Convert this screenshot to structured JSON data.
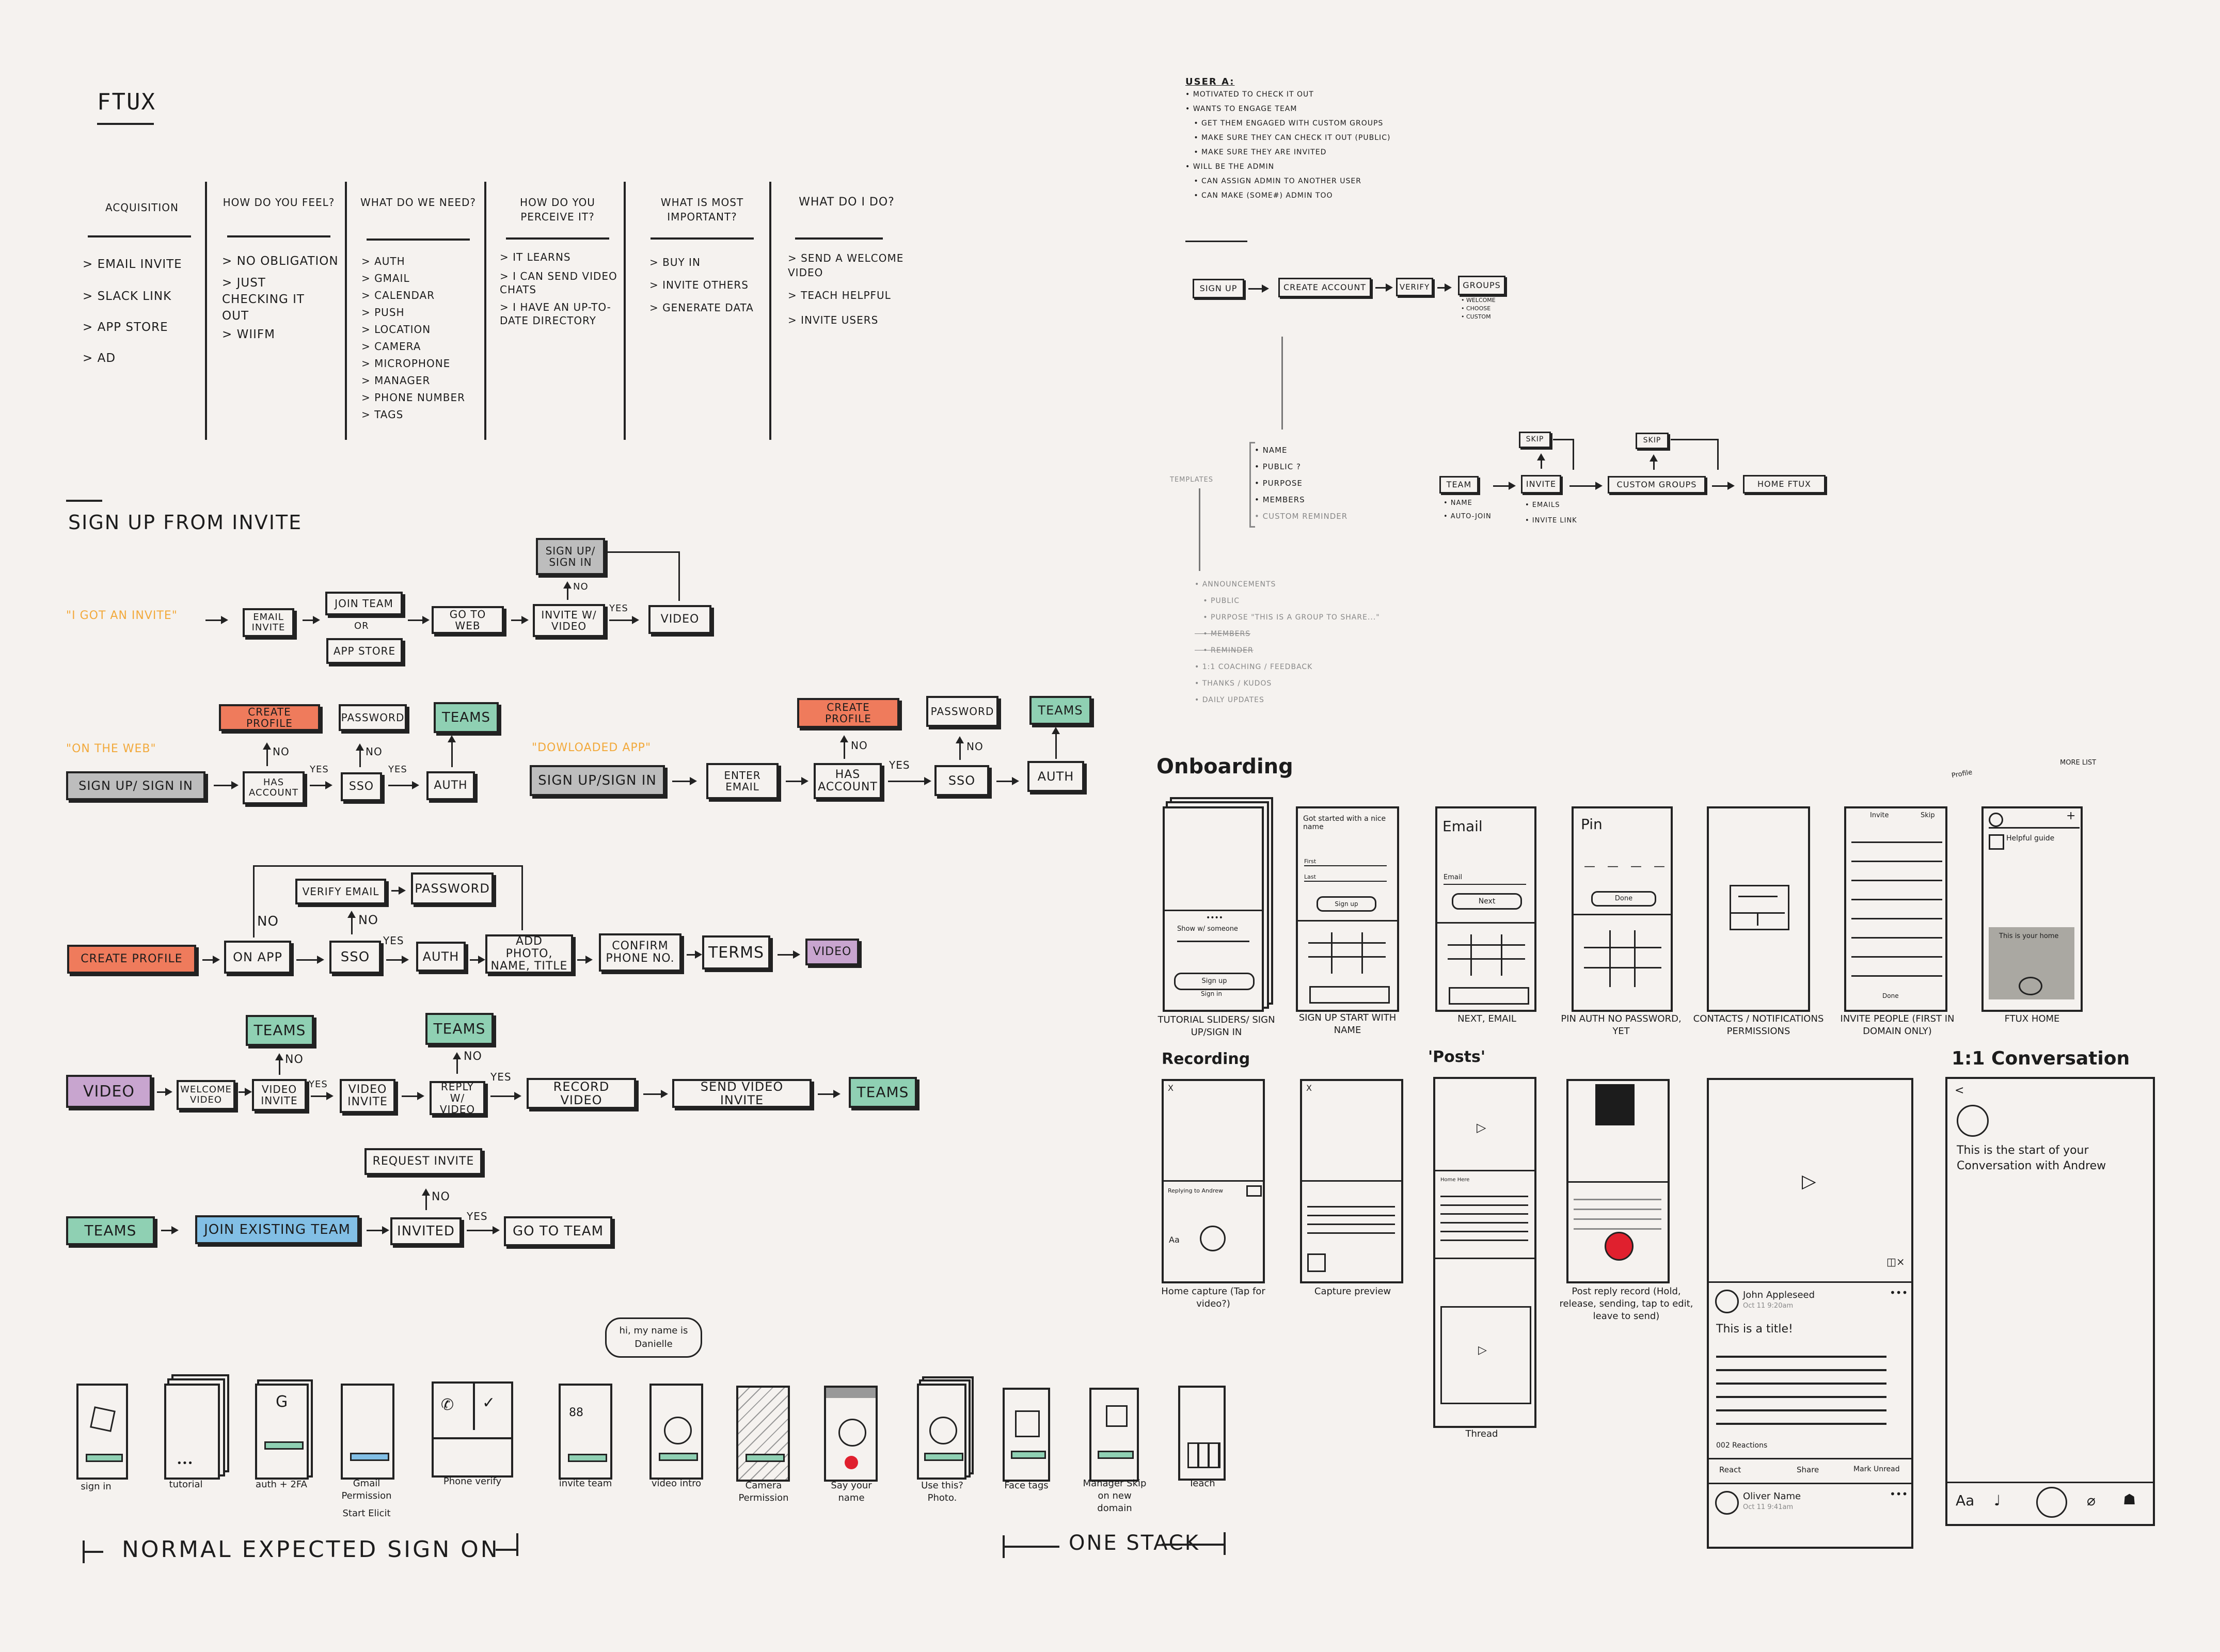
{
  "ftux_title": "FTUX",
  "columns": [
    {
      "head": "ACQUISITION",
      "items": [
        "> EMAIL INVITE",
        "> SLACK LINK",
        "> APP STORE",
        "> AD"
      ]
    },
    {
      "head": "HOW DO YOU FEEL?",
      "items": [
        "> NO OBLIGATION",
        "> JUST CHECKING IT OUT",
        "> WIIFM"
      ]
    },
    {
      "head": "WHAT DO WE NEED?",
      "items": [
        "> AUTH",
        "> GMAIL",
        "> CALENDAR",
        "> PUSH",
        "> LOCATION",
        "> CAMERA",
        "> MICROPHONE",
        "> MANAGER",
        "> PHONE NUMBER",
        "> TAGS"
      ]
    },
    {
      "head": "HOW DO YOU PERCEIVE IT?",
      "items": [
        "> IT LEARNS",
        "> I CAN SEND VIDEO CHATS",
        "> I HAVE AN UP-TO-DATE DIRECTORY"
      ]
    },
    {
      "head": "WHAT IS MOST IMPORTANT?",
      "items": [
        "> BUY IN",
        "> INVITE OTHERS",
        "> GENERATE DATA"
      ]
    },
    {
      "head": "WHAT DO I DO?",
      "items": [
        "> SEND A WELCOME VIDEO",
        "> TEACH HELPFUL",
        "> INVITE USERS"
      ]
    }
  ],
  "signup_title": "SIGN UP FROM INVITE",
  "flow1": {
    "quote": "\"I GOT AN INVITE\"",
    "email_invite": "EMAIL INVITE",
    "join_team": "JOIN TEAM",
    "or": "OR",
    "app_store": "APP STORE",
    "go_to_web": "GO TO WEB",
    "invite_video": "INVITE W/ VIDEO",
    "video": "VIDEO",
    "signup_signin": "SIGN UP/ SIGN IN",
    "no": "NO",
    "yes": "YES"
  },
  "flow2": {
    "quote": "\"ON THE WEB\"",
    "signup": "SIGN UP/ SIGN IN",
    "has_account": "HAS ACCOUNT",
    "sso": "SSO",
    "auth": "AUTH",
    "create_profile": "CREATE PROFILE",
    "password": "PASSWORD",
    "teams": "TEAMS",
    "no": "NO",
    "yes": "YES"
  },
  "flow3": {
    "quote": "\"DOWLOADED APP\"",
    "signup": "SIGN UP/SIGN IN",
    "enter_email": "ENTER EMAIL",
    "has_account": "HAS ACCOUNT",
    "sso": "SSO",
    "auth": "AUTH",
    "create_profile": "CREATE PROFILE",
    "password": "PASSWORD",
    "teams": "TEAMS",
    "no": "NO",
    "yes": "YES"
  },
  "flow4": {
    "create_profile": "CREATE PROFILE",
    "on_app": "ON APP",
    "sso": "SSO",
    "auth": "AUTH",
    "add_photo": "ADD PHOTO, NAME, TITLE",
    "confirm_phone": "CONFIRM PHONE NO.",
    "terms": "TERMS",
    "video": "VIDEO",
    "verify_email": "VERIFY EMAIL",
    "password": "PASSWORD",
    "no": "NO",
    "yes": "YES"
  },
  "flow5": {
    "video": "VIDEO",
    "welcome_video": "WELCOME VIDEO",
    "video_invite": "VIDEO INVITE",
    "video_invite2": "VIDEO INVITE",
    "reply_video": "REPLY W/ VIDEO",
    "record_video": "RECORD VIDEO",
    "send_video_invite": "SEND VIDEO INVITE",
    "teams": "TEAMS",
    "teams_a": "TEAMS",
    "teams_b": "TEAMS",
    "no": "NO",
    "yes": "YES"
  },
  "flow6": {
    "teams": "TEAMS",
    "join_existing": "JOIN EXISTING TEAM",
    "invited": "INVITED",
    "go_to_team": "GO TO TEAM",
    "request_invite": "REQUEST INVITE",
    "no": "NO",
    "yes": "YES"
  },
  "user_a": {
    "title": "USER A:",
    "lines": [
      "• MOTIVATED TO CHECK IT OUT",
      "• WANTS TO ENGAGE TEAM",
      "   • GET THEM ENGAGED WITH CUSTOM GROUPS",
      "   • MAKE SURE THEY CAN CHECK IT OUT (PUBLIC)",
      "   • MAKE SURE THEY ARE INVITED",
      "• WILL BE THE ADMIN",
      "   • CAN ASSIGN ADMIN TO ANOTHER USER",
      "   • CAN MAKE (SOME#) ADMIN TOO"
    ]
  },
  "right_flow": {
    "sign_up": "SIGN UP",
    "create_account": "CREATE ACCOUNT",
    "verify": "VERIFY",
    "groups": "GROUPS",
    "groups_sub": [
      "• WELCOME",
      "• CHOOSE",
      "• CUSTOM"
    ],
    "group_props": [
      "• NAME",
      "• PUBLIC ?",
      "• PURPOSE",
      "• MEMBERS",
      "• CUSTOM REMINDER"
    ],
    "templates": "TEMPLATES",
    "team": "TEAM",
    "team_sub": [
      "• NAME",
      "• AUTO-JOIN"
    ],
    "invite": "INVITE",
    "invite_sub": [
      "• EMAILS",
      "• INVITE LINK"
    ],
    "skip": "SKIP",
    "skip2": "SKIP",
    "custom_groups": "CUSTOM GROUPS",
    "home_ftux": "HOME FTUX",
    "template_list": [
      "• ANNOUNCEMENTS",
      "   • PUBLIC",
      "   • PURPOSE \"THIS IS A GROUP TO SHARE...\"",
      "   • MEMBERS",
      "   • REMINDER",
      "• 1:1 COACHING / FEEDBACK",
      "• THANKS / KUDOS",
      "• DAILY UPDATES"
    ]
  },
  "onboarding": {
    "title": "Onboarding",
    "captions": [
      "TUTORIAL SLIDERS/ SIGN UP/SIGN IN",
      "SIGN UP START WITH NAME",
      "NEXT, EMAIL",
      "PIN AUTH NO PASSWORD, YET",
      "CONTACTS / NOTIFICATIONS PERMISSIONS",
      "INVITE PEOPLE (FIRST IN DOMAIN ONLY)",
      "FTUX HOME"
    ],
    "screen_texts": {
      "show": "Show w/ someone",
      "signup": "Sign up",
      "signin": "Sign in",
      "got_started": "Got started with a nice name",
      "first": "First",
      "last": "Last",
      "email": "Email",
      "email2": "Email",
      "next": "Next",
      "pin": "Pin",
      "done": "Done",
      "invite": "Invite",
      "skip": "Skip",
      "done2": "Done",
      "helpful": "Helpful guide",
      "this_is": "This is your home",
      "profile": "Profile",
      "more_list": "MORE LIST"
    }
  },
  "recording": {
    "title": "Recording",
    "captions": [
      "Home capture (Tap for video?)",
      "Capture preview",
      "Post reply record (Hold, release, sending, tap to edit, leave to send)"
    ],
    "texts": {
      "replying": "Replying to Andrew",
      "aa": "Aa",
      "x": "X",
      "x2": "X"
    }
  },
  "posts": {
    "title": "'Posts'",
    "caption": "Thread",
    "texts": {
      "home_here": "Home Here",
      "john": "John Appleseed",
      "date": "Oct 11 9:20am",
      "title": "This is a title!",
      "reactions": "002 Reactions",
      "react": "React",
      "share": "Share",
      "mark": "Mark Unread",
      "oliver": "Oliver Name",
      "date2": "Oct 11 9:41am"
    }
  },
  "conversation": {
    "title": "1:1 Conversation",
    "text": "This is the start of your Conversation with Andrew",
    "aa": "Aa"
  },
  "bottom": {
    "captions": [
      "sign in",
      "tutorial",
      "auth + 2FA",
      "Gmail Permission",
      "Phone verify",
      "invite team",
      "video intro",
      "Camera Permission",
      "Say your name",
      "Use this? Photo.",
      "Face tags",
      "Manager Skip on new domain",
      "Teach"
    ],
    "start_elicit": "Start Elicit",
    "bubble": "hi, my name is Danielle",
    "normal": "NORMAL EXPECTED SIGN ON",
    "one_stack": "ONE STACK"
  },
  "colors": {
    "background": "#f5f2ef",
    "orange": "#ef7b5c",
    "green": "#8fd0b3",
    "purple": "#c8a5cf",
    "blue": "#82bfe5",
    "gray": "#bdbdbd",
    "yellow": "#f2a93b"
  }
}
